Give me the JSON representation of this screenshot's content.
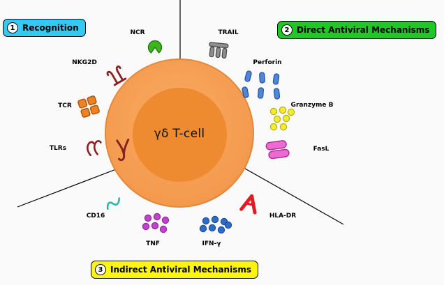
{
  "colors": {
    "background": "#fafafa",
    "legend_recognition": "#35c8f0",
    "legend_direct": "#1fc824",
    "legend_indirect": "#fdf412",
    "cell_outer": "#f49a4e",
    "cell_inner": "#ee8a30",
    "ncr": "#3db41e",
    "nkg2d": "#8a2020",
    "tcr": "#f08020",
    "tlrs": "#8a2020",
    "cd16": "#2bb5a5",
    "trail": "#8f8f8f",
    "perforin": "#4f86d8",
    "granzyme_b": "#f0ec2e",
    "fasl": "#ee6ad2",
    "hla_dr": "#e11b24",
    "tnf": "#c440ce",
    "ifn_gamma": "#2e6cc9"
  },
  "cell": {
    "label": "γδ T-cell"
  },
  "legend": {
    "recognition": {
      "number": "1",
      "label": "Recognition"
    },
    "direct": {
      "number": "2",
      "label": "Direct Antiviral Mechanisms"
    },
    "indirect": {
      "number": "3",
      "label": "Indirect Antiviral Mechanisms"
    }
  },
  "molecules": {
    "ncr": {
      "label": "NCR",
      "icon": "pacman-receptor"
    },
    "nkg2d": {
      "label": "NKG2D",
      "icon": "curled-dimer-receptor"
    },
    "tcr": {
      "label": "TCR",
      "icon": "four-subunit-receptor"
    },
    "tlrs": {
      "label": "TLRs",
      "icon": "hooked-receptor"
    },
    "gamma_tcr": {
      "label": "",
      "icon": "gamma-chain"
    },
    "cd16": {
      "label": "CD16",
      "icon": "zigzag-receptor"
    },
    "trail": {
      "label": "TRAIL",
      "icon": "comb-molecule"
    },
    "perforin": {
      "label": "Perforin",
      "icon": "rod-granules"
    },
    "granzyme_b": {
      "label": "Granzyme B",
      "icon": "dot-granules"
    },
    "fasl": {
      "label": "FasL",
      "icon": "double-pill"
    },
    "hla_dr": {
      "label": "HLA-DR",
      "icon": "chevron-receptor"
    },
    "tnf": {
      "label": "TNF",
      "icon": "dot-cluster"
    },
    "ifn_gamma": {
      "label": "IFN-γ",
      "icon": "dot-cluster"
    }
  }
}
